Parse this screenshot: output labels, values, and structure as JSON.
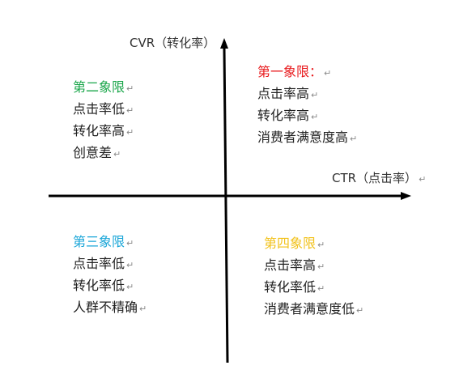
{
  "mark": "↵",
  "axes": {
    "y_label": "CVR（转化率）",
    "x_label": "CTR（点击率）"
  },
  "quadrants": {
    "q1": {
      "title": "第一象限：",
      "title_color": "#e8191c",
      "lines": [
        "点击率高",
        "转化率高",
        "消费者满意度高"
      ]
    },
    "q2": {
      "title": "第二象限",
      "title_color": "#1aa64a",
      "lines": [
        "点击率低",
        "转化率高",
        "创意差"
      ]
    },
    "q3": {
      "title": "第三象限",
      "title_color": "#1aa6d8",
      "lines": [
        "点击率低",
        "转化率低",
        "人群不精确"
      ]
    },
    "q4": {
      "title": "第四象限",
      "title_color": "#f2c21b",
      "lines": [
        "点击率高",
        "转化率低",
        "消费者满意度低"
      ]
    }
  }
}
